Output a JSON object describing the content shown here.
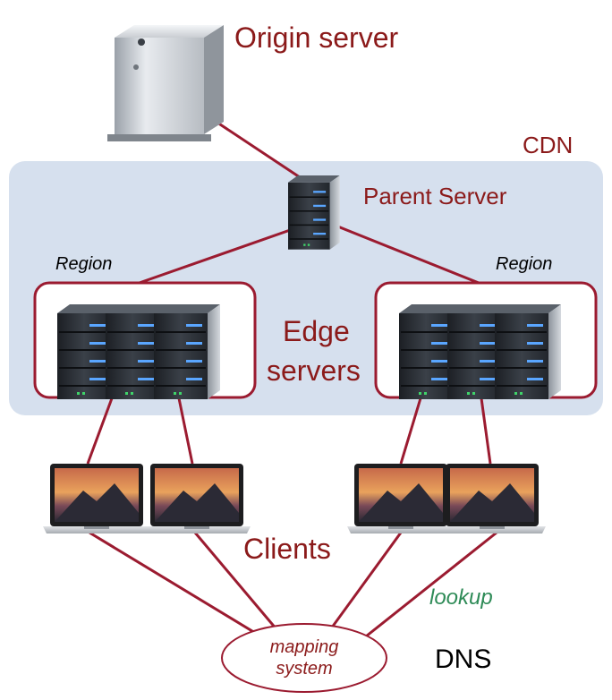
{
  "labels": {
    "origin_server": "Origin server",
    "cdn": "CDN",
    "parent_server": "Parent Server",
    "region_left": "Region",
    "region_right": "Region",
    "edge_line1": "Edge",
    "edge_line2": "servers",
    "clients": "Clients",
    "lookup": "lookup",
    "mapping_line1": "mapping",
    "mapping_line2": "system",
    "dns": "DNS"
  },
  "colors": {
    "accent": "#8b1a1a",
    "lookup": "#2e8b57",
    "cdn_background": "#d6e0ee",
    "link": "#9b1b30"
  },
  "icons": [
    "tower-server-icon",
    "rack-server-icon",
    "laptop-icon"
  ]
}
